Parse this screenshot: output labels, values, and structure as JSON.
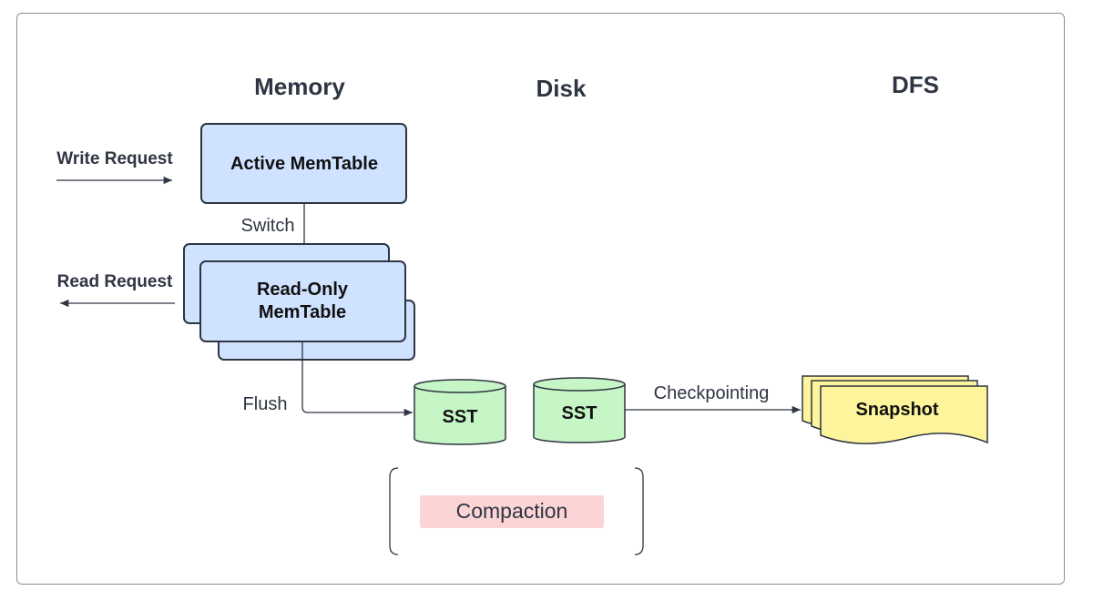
{
  "headers": {
    "memory": "Memory",
    "disk": "Disk",
    "dfs": "DFS"
  },
  "requests": {
    "write": "Write Request",
    "read": "Read Request"
  },
  "nodes": {
    "active_memtable": "Active MemTable",
    "readonly_memtable_line1": "Read-Only",
    "readonly_memtable_line2": "MemTable",
    "sst_1": "SST",
    "sst_2": "SST",
    "snapshot": "Snapshot",
    "compaction": "Compaction"
  },
  "edges": {
    "switch": "Switch",
    "flush": "Flush",
    "checkpointing": "Checkpointing"
  },
  "colors": {
    "memtable_fill": "#cfe2ff",
    "sst_fill": "#c6f5c6",
    "snapshot_fill": "#fdf49c",
    "compaction_fill": "#fbd5d5",
    "stroke": "#2f3542"
  }
}
